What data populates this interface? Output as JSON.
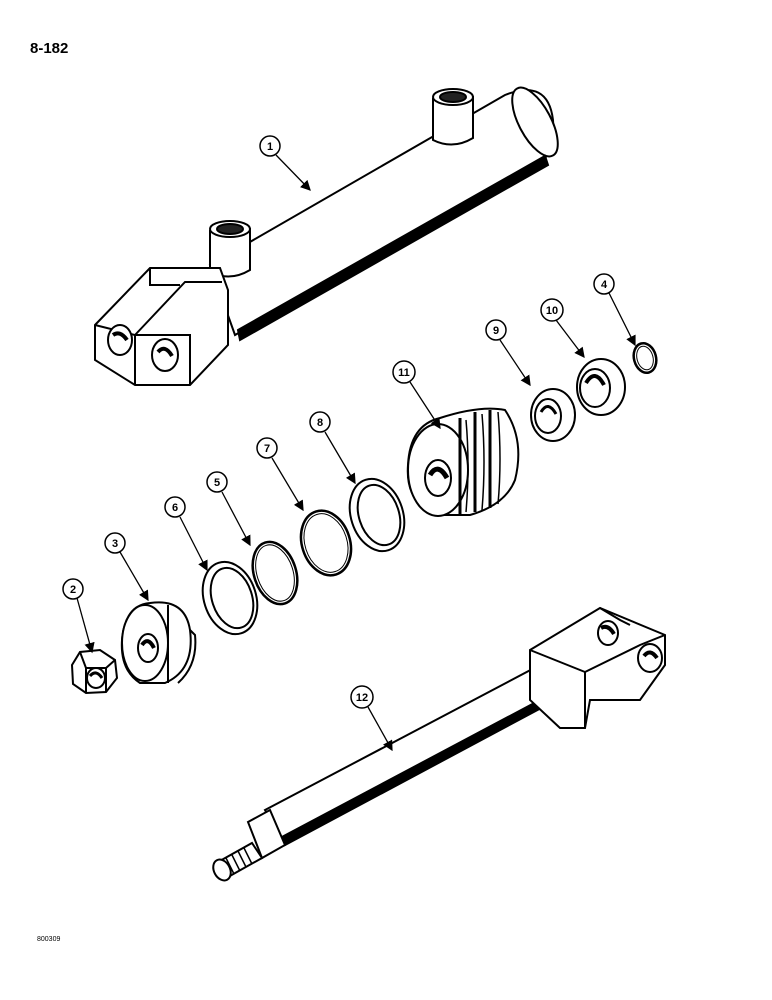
{
  "page_number": "8-182",
  "figure_code": "800309",
  "callouts": [
    {
      "num": "1",
      "part": "cylinder-barrel"
    },
    {
      "num": "2",
      "part": "nut"
    },
    {
      "num": "3",
      "part": "piston"
    },
    {
      "num": "4",
      "part": "wiper-ring"
    },
    {
      "num": "5",
      "part": "o-ring"
    },
    {
      "num": "6",
      "part": "backup-ring"
    },
    {
      "num": "7",
      "part": "o-ring"
    },
    {
      "num": "8",
      "part": "backup-ring"
    },
    {
      "num": "9",
      "part": "rod-seal"
    },
    {
      "num": "10",
      "part": "wiper-seal"
    },
    {
      "num": "11",
      "part": "cylinder-head"
    },
    {
      "num": "12",
      "part": "piston-rod"
    }
  ]
}
